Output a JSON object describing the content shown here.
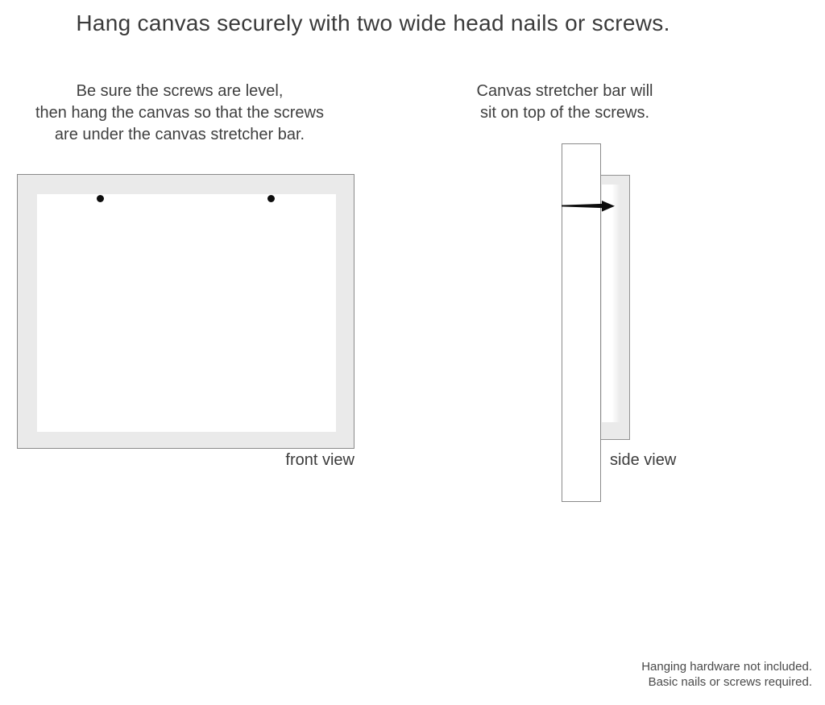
{
  "page": {
    "title": "Hang canvas securely with two wide head nails or screws."
  },
  "instructions": {
    "left_line1": "Be sure the screws are level,",
    "left_line2": "then hang the canvas so that the screws",
    "left_line3": "are under the canvas stretcher bar.",
    "right_line1": "Canvas stretcher bar will",
    "right_line2": "sit on top of the screws."
  },
  "diagram": {
    "front_view_label": "front view",
    "side_view_label": "side view",
    "screw_count": 2
  },
  "footnote": {
    "line1": "Hanging hardware not included.",
    "line2": "Basic nails or screws required."
  },
  "colors": {
    "background": "#ffffff",
    "canvas_gray": "#eaeaea",
    "outline_gray": "#8a8a8a",
    "ink": "#3a3a3a",
    "hardware_black": "#0d0d0d"
  }
}
